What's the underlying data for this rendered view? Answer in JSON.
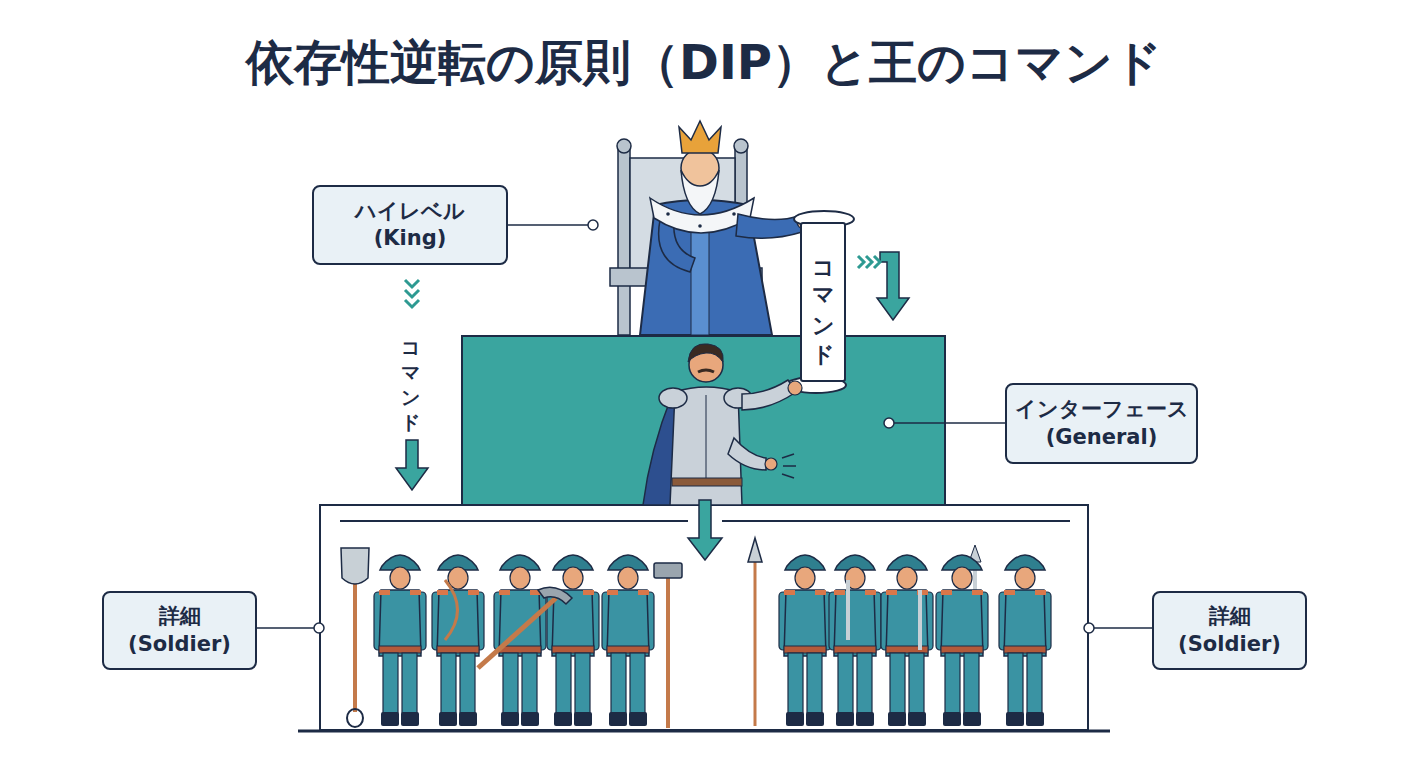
{
  "diagram": {
    "title": "依存性逆転の原則（DIP）と王のコマンド",
    "nodes": [
      {
        "text": [
          "ハイレベル (King)"
        ]
      },
      {
        "text": [
          "コマンド"
        ]
      },
      {
        "text": [
          "インターフェース (General)"
        ]
      },
      {
        "text": [
          "詳細 (Soldier)"
        ]
      },
      {
        "text": [
          "詳細 (Soldier)"
        ]
      }
    ],
    "labels": [
      "コマンド"
    ]
  }
}
